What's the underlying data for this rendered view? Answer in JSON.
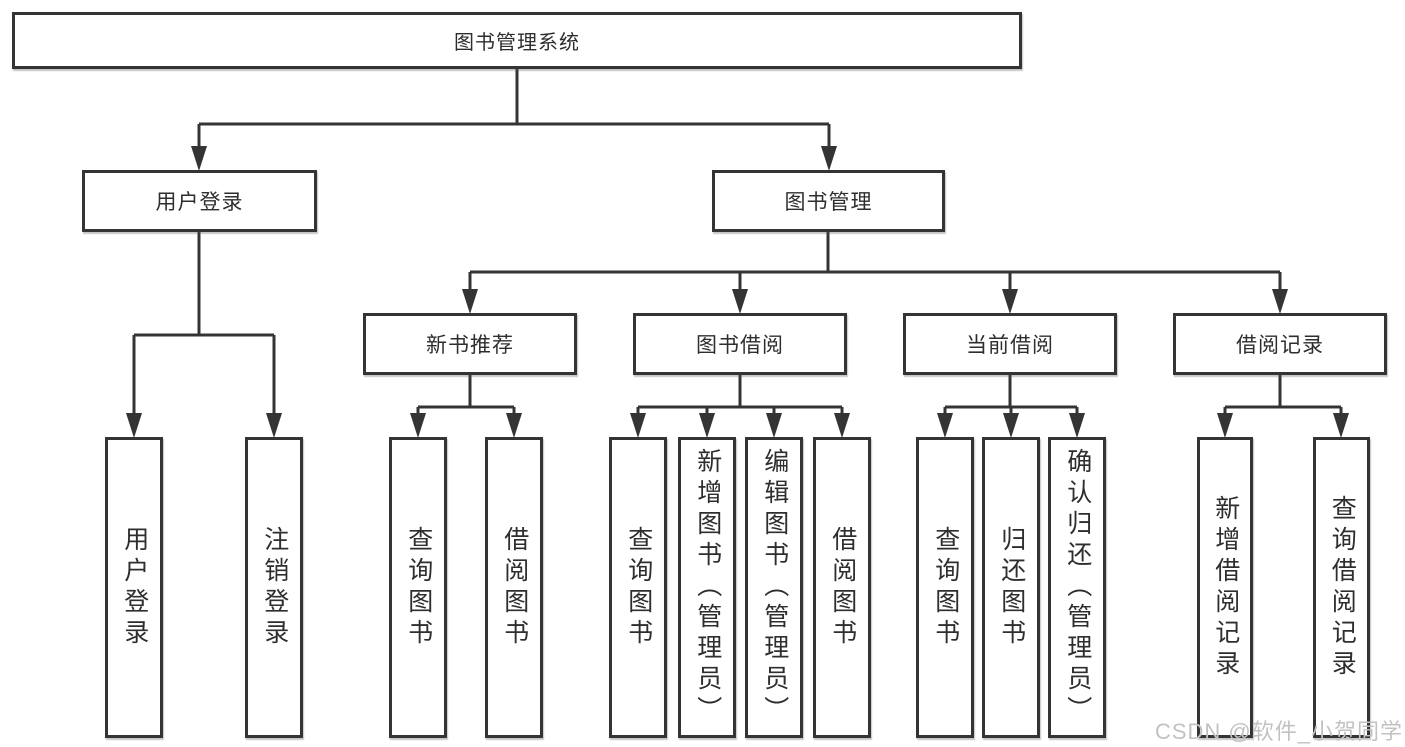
{
  "diagram": {
    "root": {
      "label": "图书管理系统"
    },
    "level2": [
      {
        "label": "用户登录",
        "children": [
          {
            "label": "用户登录"
          },
          {
            "label": "注销登录"
          }
        ]
      },
      {
        "label": "图书管理",
        "children": [
          {
            "label": "新书推荐",
            "children": [
              {
                "label": "查询图书"
              },
              {
                "label": "借阅图书"
              }
            ]
          },
          {
            "label": "图书借阅",
            "children": [
              {
                "label": "查询图书"
              },
              {
                "label": "新增图书（管理员）"
              },
              {
                "label": "编辑图书（管理员）"
              },
              {
                "label": "借阅图书"
              }
            ]
          },
          {
            "label": "当前借阅",
            "children": [
              {
                "label": "查询图书"
              },
              {
                "label": "归还图书"
              },
              {
                "label": "确认归还（管理员）"
              }
            ]
          },
          {
            "label": "借阅记录",
            "children": [
              {
                "label": "新增借阅记录"
              },
              {
                "label": "查询借阅记录"
              }
            ]
          }
        ]
      }
    ],
    "watermark": "CSDN @软件_小贺同学",
    "colors": {
      "line": "#343434",
      "text": "#2e2e2e",
      "watermark_gray": "#c2c2c2",
      "background": "#ffffff"
    }
  }
}
